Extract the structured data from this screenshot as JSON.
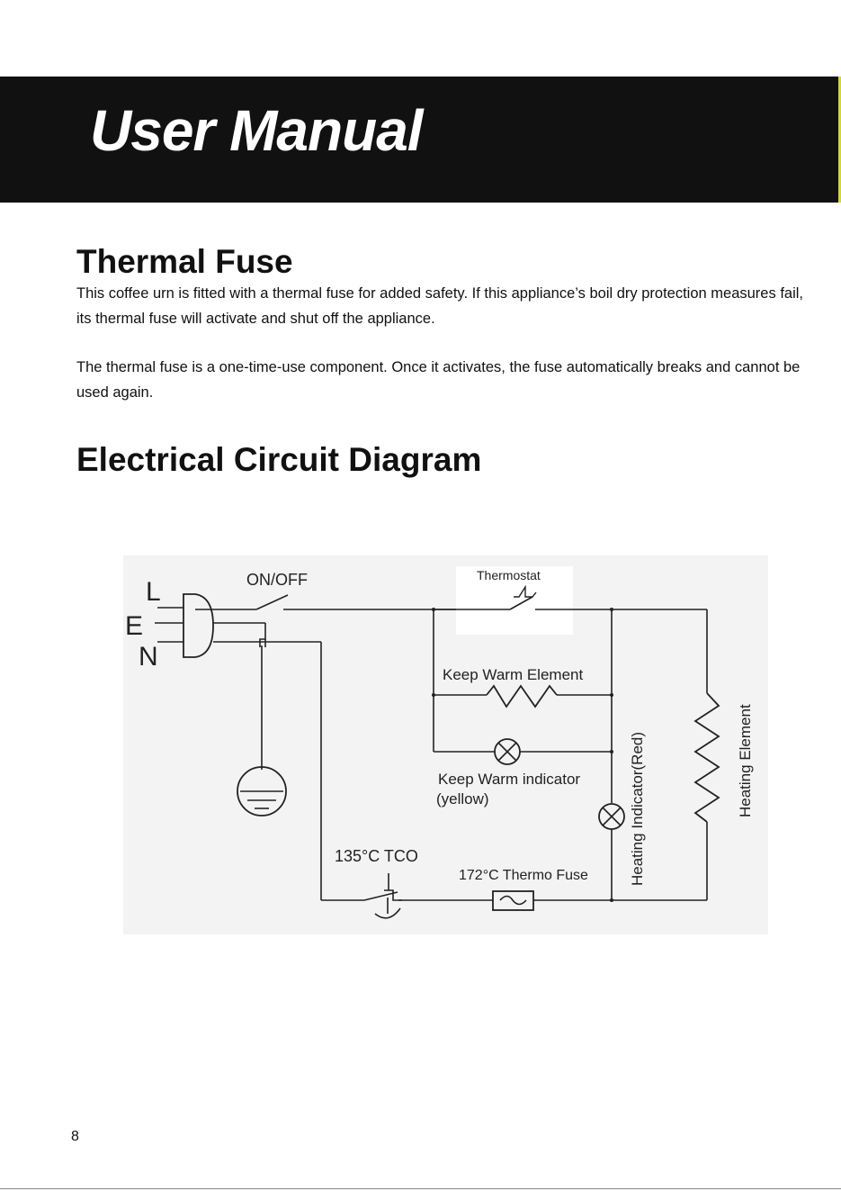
{
  "header": {
    "title": "User Manual"
  },
  "thermal_fuse": {
    "heading": "Thermal Fuse",
    "paragraph_1": "This coffee urn is fitted with a thermal fuse for added safety. If this appliance’s boil dry protection measures fail, its thermal fuse will activate and shut off the appliance.",
    "paragraph_2": "The thermal fuse is a one-time-use component. Once it activates, the fuse automatically breaks and cannot be used again."
  },
  "circuit": {
    "heading": "Electrical Circuit Diagram",
    "labels": {
      "live": "L",
      "earth": "E",
      "neutral": "N",
      "switch": "ON/OFF",
      "thermostat": "Thermostat",
      "keep_warm_element": "Keep Warm Element",
      "keep_warm_indicator_line1": "Keep Warm indicator",
      "keep_warm_indicator_line2": "(yellow)",
      "heating_indicator": "Heating Indicator(Red)",
      "heating_element": "Heating Element",
      "tco": "135°C  TCO",
      "thermo_fuse": "172°C Thermo Fuse"
    }
  },
  "footer": {
    "page_number": "8"
  }
}
